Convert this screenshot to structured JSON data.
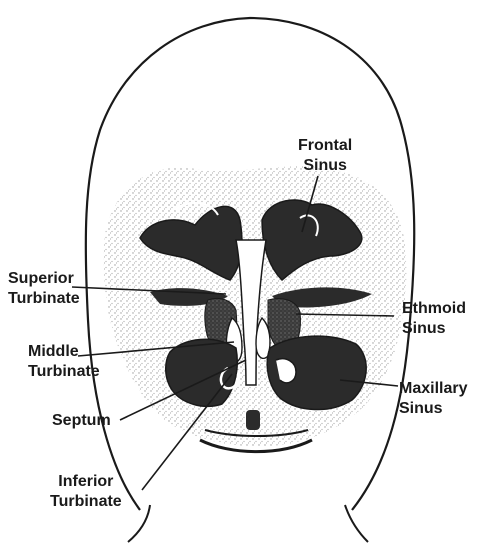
{
  "labels": {
    "frontal_sinus": [
      "Frontal",
      "Sinus"
    ],
    "superior_turbinate": [
      "Superior",
      "Turbinate"
    ],
    "ethmoid_sinus": [
      "Ethmoid",
      "Sinus"
    ],
    "middle_turbinate": [
      "Middle",
      "Turbinate"
    ],
    "maxillary_sinus": [
      "Maxillary",
      "Sinus"
    ],
    "septum": [
      "Septum"
    ],
    "inferior_turbinate": [
      "Inferior",
      "Turbinate"
    ]
  },
  "colors": {
    "ink": "#1a1a1a",
    "cavity": "#2b2b2b",
    "shade": "#9a9a9a",
    "paper": "#ffffff"
  }
}
